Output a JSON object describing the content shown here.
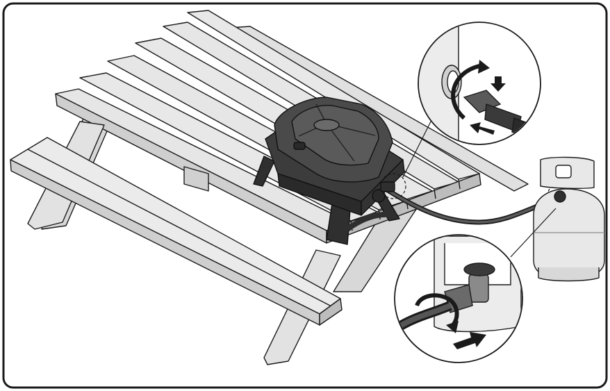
{
  "figure": {
    "subject": "portable-grill-on-picnic-table-connected-to-propane-tank",
    "colors": {
      "table_fill": "#e6e6e6",
      "table_shade": "#cfcfcf",
      "table_dark": "#bdbdbd",
      "grill_fill": "#4a4a4a",
      "grill_dark": "#2f2f2f",
      "grill_light": "#6a6a6a",
      "tank_fill": "#e8e8e8",
      "outline": "#1a1a1a",
      "hose": "#3a3a3a"
    },
    "callouts": [
      {
        "id": "grill-connection",
        "icons": [
          "rotate-arrow-icon",
          "push-arrow-icon"
        ]
      },
      {
        "id": "tank-connection",
        "icons": [
          "rotate-arrow-icon",
          "push-arrow-icon"
        ]
      }
    ]
  }
}
